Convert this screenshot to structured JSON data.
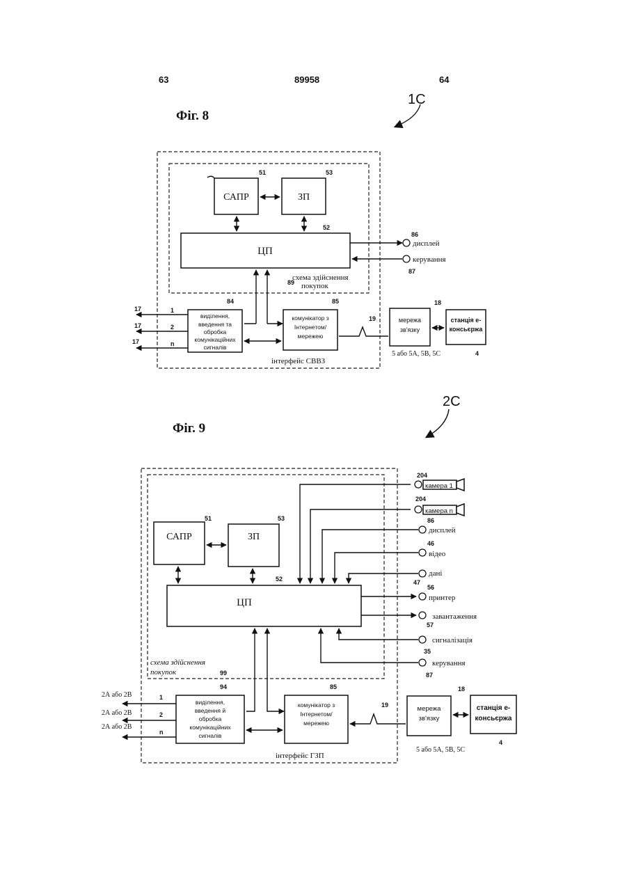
{
  "header": {
    "page_left": "63",
    "doc_number": "89958",
    "page_right": "64"
  },
  "fig8": {
    "ref": "1C",
    "title": "Фіг. 8",
    "sapr": {
      "label": "САПР",
      "num": "51"
    },
    "zp": {
      "label": "ЗП",
      "num": "53"
    },
    "cpu": {
      "label": "ЦП",
      "num": "52"
    },
    "scheme_label": [
      "схема здійснення",
      "покупок"
    ],
    "scheme_num": "89",
    "extract_box": {
      "lines": [
        "виділення,",
        "введення та",
        "обробка",
        "комунікаційних",
        "сигналів"
      ],
      "num": "84"
    },
    "communicator": {
      "lines": [
        "комунікатор з",
        "Інтернетом/",
        "мережею"
      ],
      "num": "85"
    },
    "network": {
      "lines": [
        "мережа",
        "зв'язку"
      ]
    },
    "station": {
      "lines": [
        "станція е-",
        "консьєржа"
      ],
      "num": "4"
    },
    "link19": "19",
    "link18": "18",
    "network_label": "5 або 5А, 5В, 5С",
    "interface_label": "інтерфейс СВВЗ",
    "display": {
      "label": "дисплей",
      "num": "86"
    },
    "control": {
      "label": "керування",
      "num": "87"
    },
    "lines": [
      {
        "id": "17",
        "num": "1"
      },
      {
        "id": "17",
        "num": "2"
      },
      {
        "id": "17",
        "num": "n"
      }
    ]
  },
  "fig9": {
    "ref": "2C",
    "title": "Фіг. 9",
    "sapr": {
      "label": "САПР",
      "num": "51"
    },
    "zp": {
      "label": "ЗП",
      "num": "53"
    },
    "cpu": {
      "label": "ЦП",
      "num": "52"
    },
    "scheme_label": [
      "схема здійснення",
      "покупок"
    ],
    "scheme_num": "99",
    "extract_box": {
      "lines": [
        "виділення,",
        "введення й",
        "обробка",
        "комунікаційних",
        "сигналів"
      ],
      "num": "94"
    },
    "communicator": {
      "lines": [
        "комунікатор з",
        "Інтернетом/",
        "мережею"
      ],
      "num": "85"
    },
    "network": {
      "lines": [
        "мережа",
        "зв'язку"
      ]
    },
    "station": {
      "lines": [
        "станція е-",
        "консьєржа"
      ],
      "num": "4"
    },
    "link19": "19",
    "link18": "18",
    "network_label": "5 або 5А, 5В, 5С",
    "interface_label": "інтерфейс ГЗП",
    "peripherals": [
      {
        "label": "камера 1",
        "num": "204"
      },
      {
        "label": "камера n",
        "num": "204"
      },
      {
        "label": "дисплей",
        "num": "86"
      },
      {
        "label": "відео",
        "num": "46"
      },
      {
        "label": "дані",
        "num": "47"
      },
      {
        "label": "принтер",
        "num": "56"
      },
      {
        "label": "завантаження",
        "num": "57"
      },
      {
        "label": "сигналізація",
        "num": "35"
      },
      {
        "label": "керування",
        "num": "87"
      }
    ],
    "lines": [
      {
        "id": "2А або 2В",
        "num": "1"
      },
      {
        "id": "2А або 2В",
        "num": "2"
      },
      {
        "id": "2А або 2В",
        "num": "n"
      }
    ]
  }
}
